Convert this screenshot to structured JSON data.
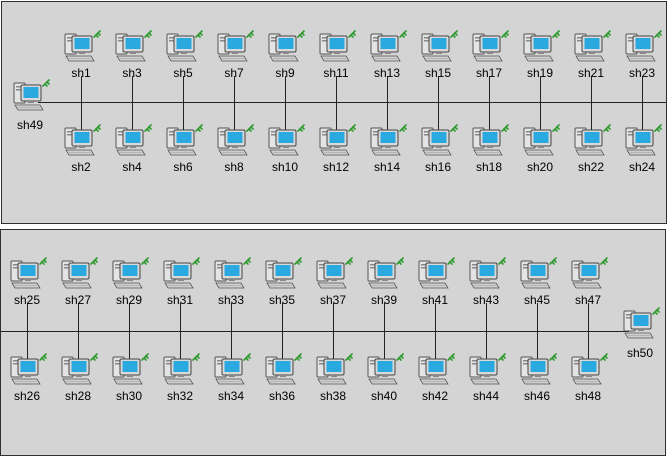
{
  "topology": {
    "top_panel": {
      "gateway": {
        "label": "sh49"
      },
      "upper_row": [
        "sh1",
        "sh3",
        "sh5",
        "sh7",
        "sh9",
        "sh11",
        "sh13",
        "sh15",
        "sh17",
        "sh19",
        "sh21",
        "sh23"
      ],
      "lower_row": [
        "sh2",
        "sh4",
        "sh6",
        "sh8",
        "sh10",
        "sh12",
        "sh14",
        "sh16",
        "sh18",
        "sh20",
        "sh22",
        "sh24"
      ]
    },
    "bottom_panel": {
      "gateway": {
        "label": "sh50"
      },
      "upper_row": [
        "sh25",
        "sh27",
        "sh29",
        "sh31",
        "sh33",
        "sh35",
        "sh37",
        "sh39",
        "sh41",
        "sh43",
        "sh45",
        "sh47"
      ],
      "lower_row": [
        "sh26",
        "sh28",
        "sh30",
        "sh32",
        "sh34",
        "sh36",
        "sh38",
        "sh40",
        "sh42",
        "sh44",
        "sh46",
        "sh48"
      ]
    }
  },
  "icon": "networked-computer-icon",
  "colors": {
    "panel_bg": "#d4d4d4",
    "link_line": "#222222",
    "screen": "#2aa8e0",
    "signal": "#2e9a2e"
  }
}
